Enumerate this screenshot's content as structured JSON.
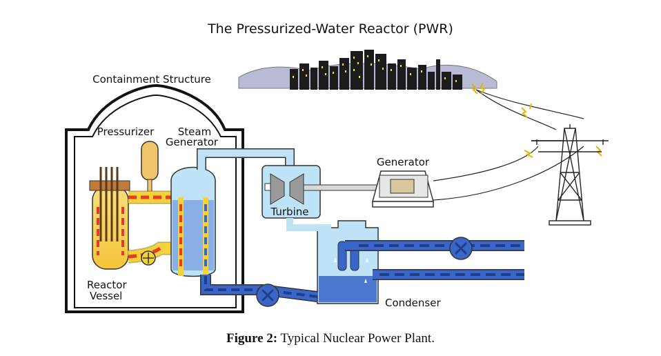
{
  "diagram": {
    "title": "The Pressurized-Water Reactor (PWR)",
    "labels": {
      "containment": "Containment Structure",
      "pressurizer": "Pressurizer",
      "steam_generator_line1": "Steam",
      "steam_generator_line2": "Generator",
      "generator": "Generator",
      "turbine": "Turbine",
      "reactor_line1": "Reactor",
      "reactor_line2": "Vessel",
      "condenser": "Condenser"
    },
    "colors": {
      "hot_loop": "#e53b2b",
      "hot_glow": "#f6d23a",
      "cool_water": "#3a66c9",
      "steam": "#bfe3f6",
      "sky_hills": "#b9bbd6",
      "city": "#1c1c1c",
      "city_lights": "#f3e23a"
    }
  },
  "caption": {
    "bold": "Figure 2:",
    "text": "Typical Nuclear Power Plant."
  }
}
